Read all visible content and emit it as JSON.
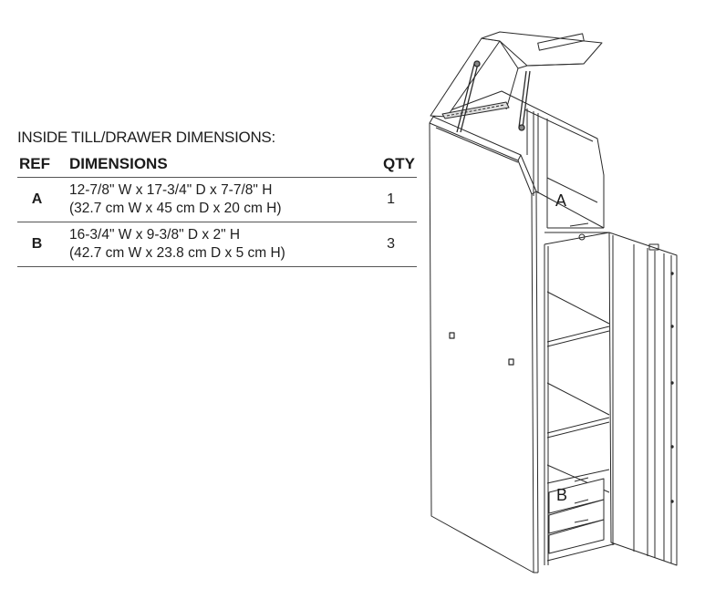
{
  "spec": {
    "title": "INSIDE TILL/DRAWER DIMENSIONS:",
    "headers": {
      "ref": "REF",
      "dimensions": "DIMENSIONS",
      "qty": "QTY"
    },
    "rows": [
      {
        "ref": "A",
        "dim_imperial": "12-7/8\" W x 17-3/4\" D x 7-7/8\" H",
        "dim_metric": "(32.7 cm W x 45 cm D x 20 cm H)",
        "qty": "1"
      },
      {
        "ref": "B",
        "dim_imperial": "16-3/4\" W x 9-3/8\" D x 2\" H",
        "dim_metric": "(42.7 cm W x 23.8 cm D x 5 cm H)",
        "qty": "3"
      }
    ]
  },
  "illustration": {
    "callouts": {
      "till": "A",
      "drawers": "B"
    },
    "line_color": "#2a2a2a"
  }
}
